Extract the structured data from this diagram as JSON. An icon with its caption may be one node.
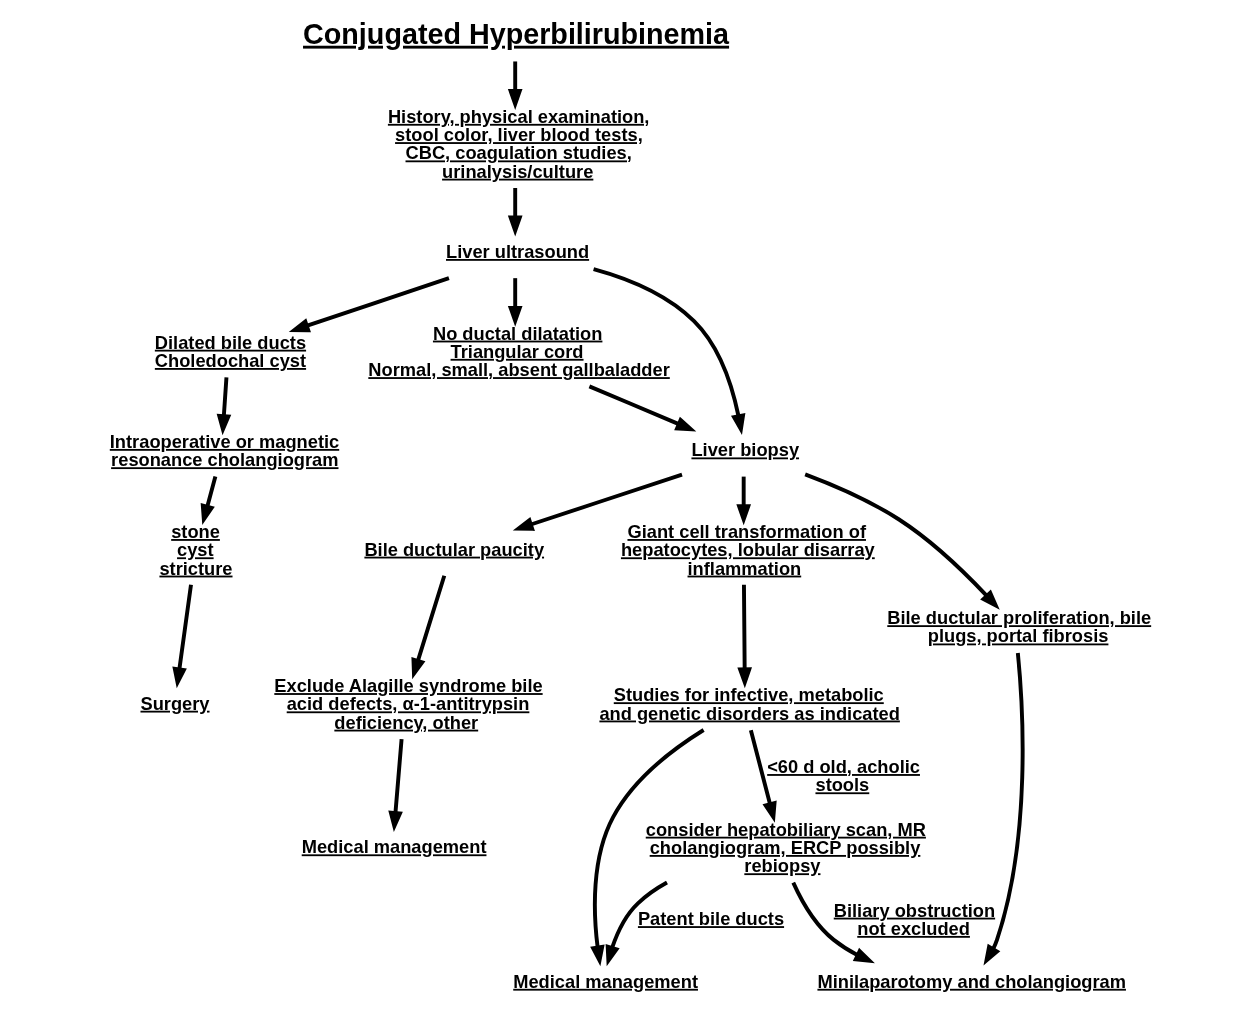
{
  "diagram": {
    "nodes": [
      {
        "text": [
          "Conjugated Hyperbilirubinemia"
        ]
      },
      {
        "text": [
          "History, physical examination, stool color, liver blood tests, CBC, coagulation studies, urinalysis/culture"
        ]
      },
      {
        "text": [
          "Liver ultrasound"
        ]
      },
      {
        "text": [
          "Dilated bile ducts",
          "Choledochal cyst"
        ]
      },
      {
        "text": [
          "No ductal dilatation",
          "Triangular cord",
          "Normal, small, absent gallbaladder"
        ]
      },
      {
        "text": [
          "Liver biopsy"
        ]
      },
      {
        "text": [
          "Intraoperative or magnetic resonance cholangiogram"
        ]
      },
      {
        "text": [
          "stone",
          "cyst",
          "stricture"
        ]
      },
      {
        "text": [
          "Surgery"
        ]
      },
      {
        "text": [
          "Bile ductular paucity"
        ]
      },
      {
        "text": [
          "Giant cell transformation of hepatocytes, lobular disarray inflammation"
        ]
      },
      {
        "text": [
          "Bile ductular proliferation, bile plugs, portal fibrosis"
        ]
      },
      {
        "text": [
          "Exclude Alagille syndrome bile acid defects, α-1-antitrypsin deficiency, other"
        ]
      },
      {
        "text": [
          "Medical management"
        ]
      },
      {
        "text": [
          "Studies for infective, metabolic and genetic disorders as indicated"
        ]
      },
      {
        "text": [
          "Minilaparotomy and cholangiogram"
        ]
      },
      {
        "text": [
          "Medical management"
        ]
      },
      {
        "text": [
          "consider hepatobiliary scan, MR cholangiogram, ERCP possibly rebiopsy"
        ]
      }
    ],
    "edges": [
      {
        "from": 0,
        "to": 1,
        "arrow": "to"
      },
      {
        "from": 1,
        "to": 2,
        "arrow": "to"
      },
      {
        "from": 2,
        "to": 3,
        "arrow": "to"
      },
      {
        "from": 2,
        "to": 5,
        "arrow": "to"
      },
      {
        "from": 2,
        "to": 4,
        "arrow": "to"
      },
      {
        "from": 4,
        "to": 5,
        "arrow": "to"
      },
      {
        "from": 3,
        "to": 6,
        "arrow": "to"
      },
      {
        "from": 6,
        "to": 7,
        "arrow": "to"
      },
      {
        "from": 7,
        "to": 8,
        "arrow": "to"
      },
      {
        "from": 5,
        "to": 9,
        "arrow": "to"
      },
      {
        "from": 5,
        "to": 10,
        "arrow": "to"
      },
      {
        "from": 5,
        "to": 11,
        "arrow": "to"
      },
      {
        "from": 9,
        "to": 12,
        "arrow": "to"
      },
      {
        "from": 12,
        "to": 13,
        "arrow": "to"
      },
      {
        "from": 10,
        "to": 14,
        "arrow": "to"
      },
      {
        "from": 11,
        "to": 15,
        "arrow": "to"
      },
      {
        "from": 14,
        "to": 16,
        "arrow": "to"
      },
      {
        "from": 14,
        "to": 17,
        "arrow": "to",
        "label": "<60 d old, acholic stools"
      },
      {
        "from": 17,
        "to": 16,
        "arrow": "to",
        "label": "Patent bile ducts"
      },
      {
        "from": 17,
        "to": 15,
        "arrow": "to",
        "label": "Biliary obstruction not excluded"
      }
    ]
  }
}
